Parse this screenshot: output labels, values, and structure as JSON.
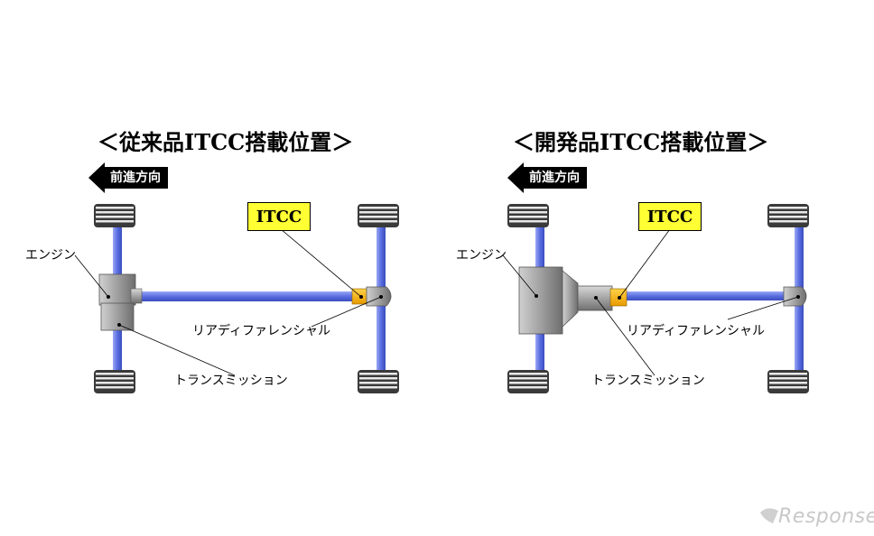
{
  "left": {
    "title": "＜従来品ITCC搭載位置＞",
    "direction": "前進方向",
    "itcc": "ITCC",
    "engine": "エンジン",
    "rear_diff": "リアディファレンシャル",
    "transmission": "トランスミッション"
  },
  "right": {
    "title": "＜開発品ITCC搭載位置＞",
    "direction": "前進方向",
    "itcc": "ITCC",
    "engine": "エンジン",
    "rear_diff": "リアディファレンシャル",
    "transmission": "トランスミッション"
  },
  "watermark": "Response.",
  "colors": {
    "shaft": "#6f7fe6",
    "itcc_fill": "#ffff33",
    "itcc_part": "#f7b500",
    "gray": "#9a9a9a"
  }
}
